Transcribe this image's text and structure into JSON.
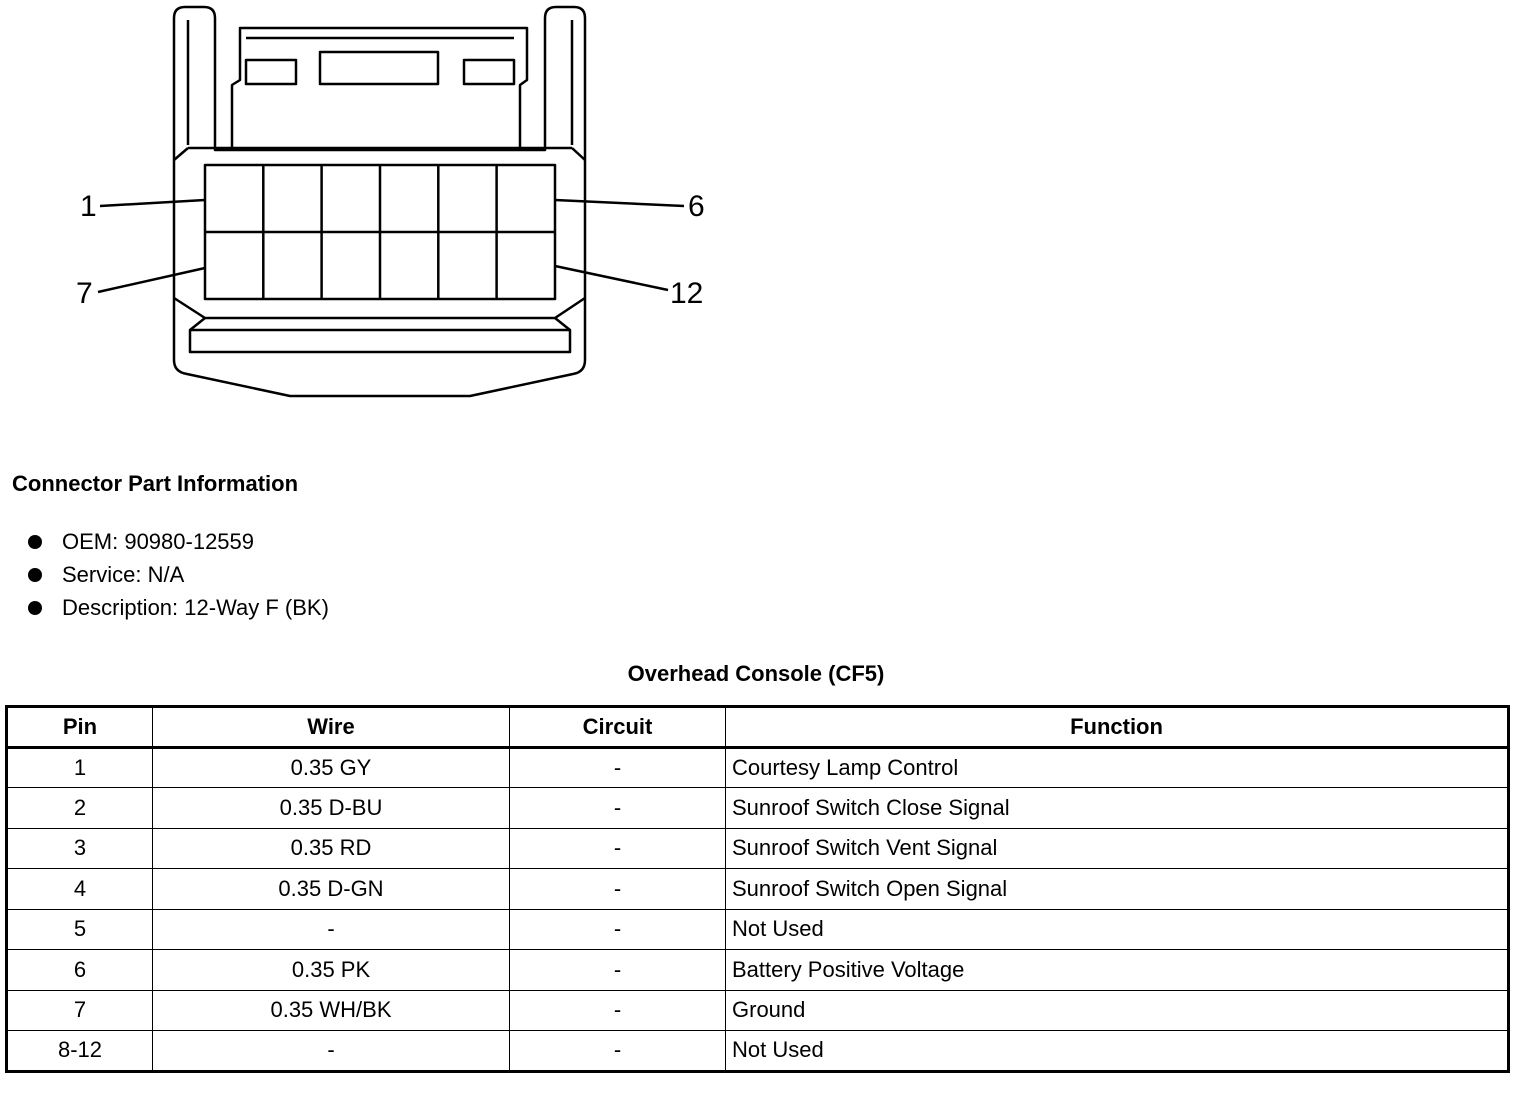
{
  "connector": {
    "pin_labels": {
      "top_left": "1",
      "top_right": "6",
      "bottom_left": "7",
      "bottom_right": "12"
    },
    "cavity_rows": 2,
    "cavity_cols": 6
  },
  "part_info": {
    "title": "Connector Part Information",
    "items": [
      {
        "label": "OEM: 90980-12559"
      },
      {
        "label": "Service: N/A"
      },
      {
        "label": "Description: 12-Way F (BK)"
      }
    ]
  },
  "table": {
    "title": "Overhead Console (CF5)",
    "headers": {
      "pin": "Pin",
      "wire": "Wire",
      "circuit": "Circuit",
      "function": "Function"
    },
    "rows": [
      {
        "pin": "1",
        "wire": "0.35 GY",
        "circuit": "-",
        "function": "Courtesy Lamp Control"
      },
      {
        "pin": "2",
        "wire": "0.35 D-BU",
        "circuit": "-",
        "function": "Sunroof Switch Close Signal"
      },
      {
        "pin": "3",
        "wire": "0.35 RD",
        "circuit": "-",
        "function": "Sunroof Switch Vent Signal"
      },
      {
        "pin": "4",
        "wire": "0.35 D-GN",
        "circuit": "-",
        "function": "Sunroof Switch Open Signal"
      },
      {
        "pin": "5",
        "wire": "-",
        "circuit": "-",
        "function": "Not Used"
      },
      {
        "pin": "6",
        "wire": "0.35 PK",
        "circuit": "-",
        "function": "Battery Positive Voltage"
      },
      {
        "pin": "7",
        "wire": "0.35 WH/BK",
        "circuit": "-",
        "function": "Ground"
      },
      {
        "pin": "8-12",
        "wire": "-",
        "circuit": "-",
        "function": "Not Used"
      }
    ]
  }
}
